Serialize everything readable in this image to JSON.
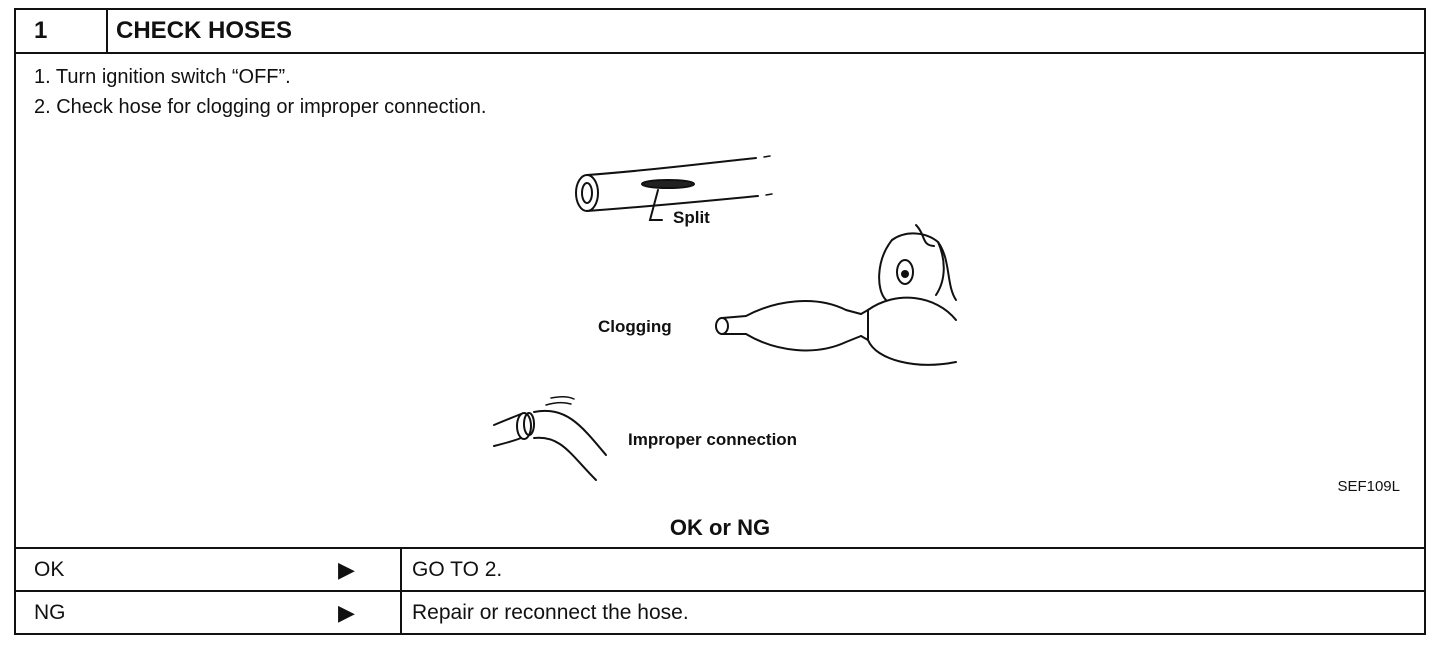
{
  "step": {
    "number": "1",
    "title": "CHECK HOSES"
  },
  "instructions": [
    "1. Turn ignition switch “OFF”.",
    "2. Check hose for clogging or improper connection."
  ],
  "figure": {
    "labels": {
      "split": "Split",
      "clogging": "Clogging",
      "improper": "Improper connection"
    },
    "code": "SEF109L"
  },
  "result_prompt": "OK or NG",
  "results": [
    {
      "label": "OK",
      "arrow": "▶",
      "action": "GO TO 2."
    },
    {
      "label": "NG",
      "arrow": "▶",
      "action": "Repair or reconnect the hose."
    }
  ]
}
